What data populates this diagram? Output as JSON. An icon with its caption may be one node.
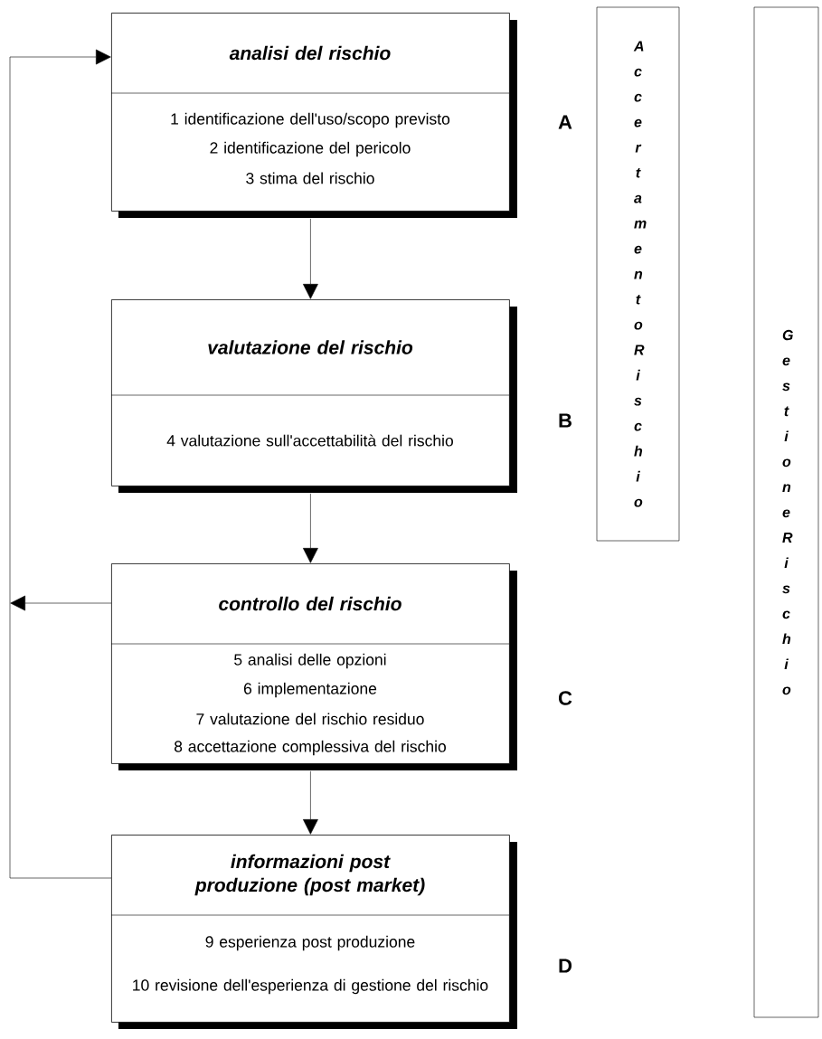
{
  "diagram": {
    "nodes": [
      {
        "text": [
          "analisi del rischio",
          "1 identificazione dell'uso/scopo previsto",
          "2 identificazione del pericolo",
          "3 stima del rischio"
        ]
      },
      {
        "text": [
          "valutazione del rischio",
          "4 valutazione sull'accettabilità del rischio"
        ]
      },
      {
        "text": [
          "controllo del rischio",
          "5 analisi delle opzioni",
          "6 implementazione",
          "7 valutazione del rischio residuo",
          "8 accettazione complessiva del rischio"
        ]
      },
      {
        "text": [
          "informazioni post produzione (post market)",
          "9 esperienza post produzione",
          "10 revisione dell'esperienza di gestione del rischio"
        ]
      },
      {
        "text": [
          "Accertamento Rischio"
        ]
      },
      {
        "text": [
          "Gestione Rischio"
        ]
      }
    ],
    "edges": [
      {
        "from": 0,
        "to": 1,
        "arrow": "to"
      },
      {
        "from": 1,
        "to": 2,
        "arrow": "to"
      },
      {
        "from": 2,
        "to": 3,
        "arrow": "to"
      },
      {
        "from": 2,
        "to": null,
        "arrow": "to"
      },
      {
        "from": 3,
        "to": 0,
        "arrow": "to"
      }
    ],
    "labels": [
      "A",
      "B",
      "C",
      "D"
    ]
  }
}
